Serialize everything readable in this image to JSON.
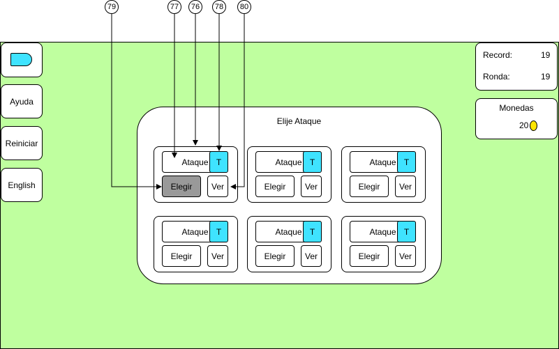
{
  "callouts": [
    "79",
    "77",
    "76",
    "78",
    "80"
  ],
  "sidebar": {
    "buttons": [
      "Ayuda",
      "Reiniciar",
      "English"
    ]
  },
  "stats": {
    "record_label": "Record:",
    "record_value": "19",
    "round_label": "Ronda:",
    "round_value": "19"
  },
  "coins": {
    "title": "Monedas",
    "value": "20"
  },
  "panel": {
    "title": "Elije Ataque"
  },
  "attacks": [
    {
      "name": "Ataque",
      "type": "T",
      "choose": "Elegir",
      "view": "Ver",
      "selected": true
    },
    {
      "name": "Ataque",
      "type": "T",
      "choose": "Elegir",
      "view": "Ver",
      "selected": false
    },
    {
      "name": "Ataque",
      "type": "T",
      "choose": "Elegir",
      "view": "Ver",
      "selected": false
    },
    {
      "name": "Ataque",
      "type": "T",
      "choose": "Elegir",
      "view": "Ver",
      "selected": false
    },
    {
      "name": "Ataque",
      "type": "T",
      "choose": "Elegir",
      "view": "Ver",
      "selected": false
    },
    {
      "name": "Ataque",
      "type": "T",
      "choose": "Elegir",
      "view": "Ver",
      "selected": false
    }
  ],
  "colors": {
    "background": "#BFFF9F",
    "accent": "#3FE3FF",
    "selected": "#999999",
    "coin": "#FFE600"
  }
}
